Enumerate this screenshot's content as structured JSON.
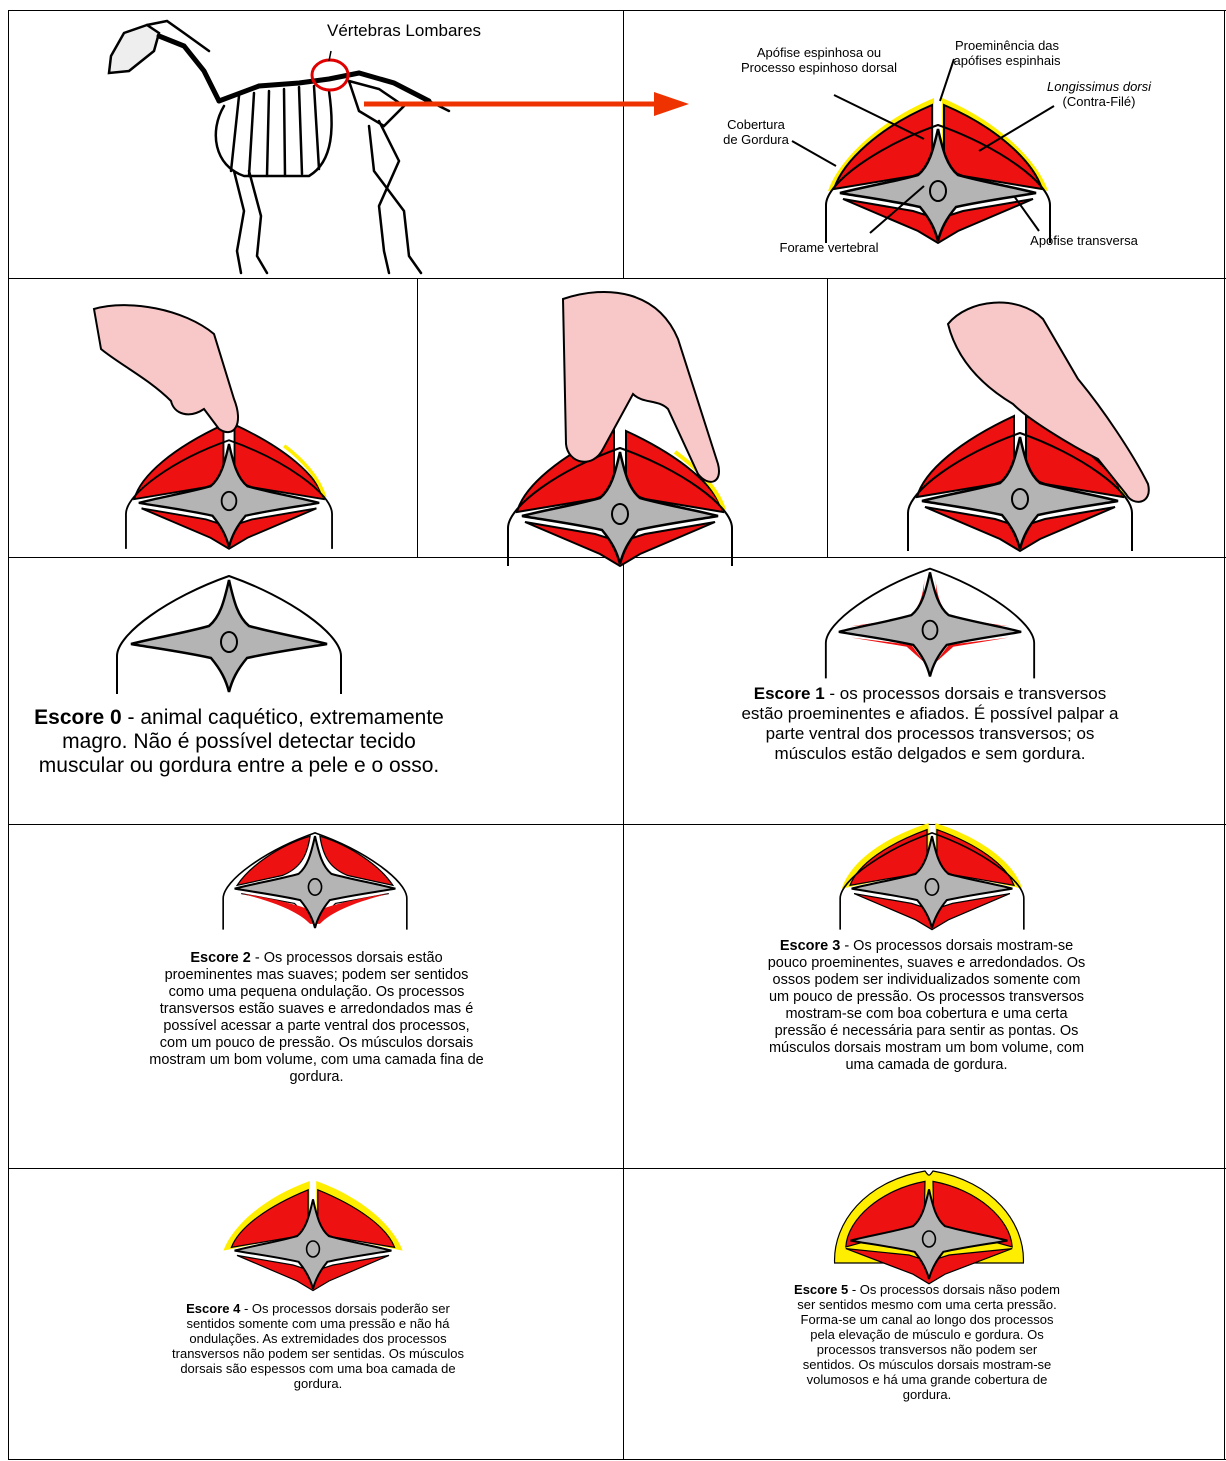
{
  "top": {
    "skeleton_label": "Vértebras Lombares",
    "labels": {
      "spinous": [
        "Apófise espinhosa ou",
        "Processo espinhoso dorsal"
      ],
      "prominence": [
        "Proeminência das",
        "apófises espinhais"
      ],
      "longissimus": [
        "Longissimus dorsi",
        "(Contra-Filé)"
      ],
      "fat_cover": [
        "Cobertura",
        "de Gordura"
      ],
      "foramen": "Forame vertebral",
      "transverse": "Apófise transversa"
    }
  },
  "scores": [
    {
      "title": "Escore 0",
      "text": " - animal caquético, extremamente magro. Não é possível detectar tecido muscular ou gordura entre a pele e o osso."
    },
    {
      "title": "Escore 1",
      "text": " - os processos dorsais e transversos estão proeminentes e afiados. É possível palpar a parte ventral dos processos transversos; os músculos estão delgados e sem gordura."
    },
    {
      "title": "Escore 2",
      "text": " - Os processos dorsais estão proeminentes mas suaves; podem ser sentidos como uma pequena ondulação. Os processos transversos estão suaves e arredondados mas é possível acessar a parte ventral dos processos, com um pouco de pressão. Os músculos dorsais mostram um bom volume, com uma camada fina de gordura."
    },
    {
      "title": "Escore 3",
      "text": " - Os processos dorsais mostram-se pouco proeminentes, suaves e arredondados. Os ossos podem ser individualizados somente com um pouco de pressão. Os processos transversos mostram-se com boa cobertura e uma certa pressão é necessária para sentir as pontas. Os músculos dorsais mostram um bom volume, com uma camada de gordura."
    },
    {
      "title": "Escore 4",
      "text": " - Os processos dorsais poderão ser sentidos somente com uma pressão e não há ondulações. As extremidades dos processos transversos não podem ser sentidas. Os músculos dorsais são espessos com uma boa camada de gordura."
    },
    {
      "title": "Escore 5",
      "text": " - Os processos dorsais nãso podem ser sentidos mesmo com uma certa pressão. Forma-se um canal ao longo dos processos pela elevação de músculo e gordura. Os processos transversos não podem ser sentidos. Os músculos dorsais mostram-se volumosos e há uma grande cobertura de gordura."
    }
  ],
  "colors": {
    "muscle": "#ee1111",
    "fat": "#ffee00",
    "bone": "#b4b4b4",
    "arrow": "#ee3300",
    "skin": "#f8c8c8"
  }
}
